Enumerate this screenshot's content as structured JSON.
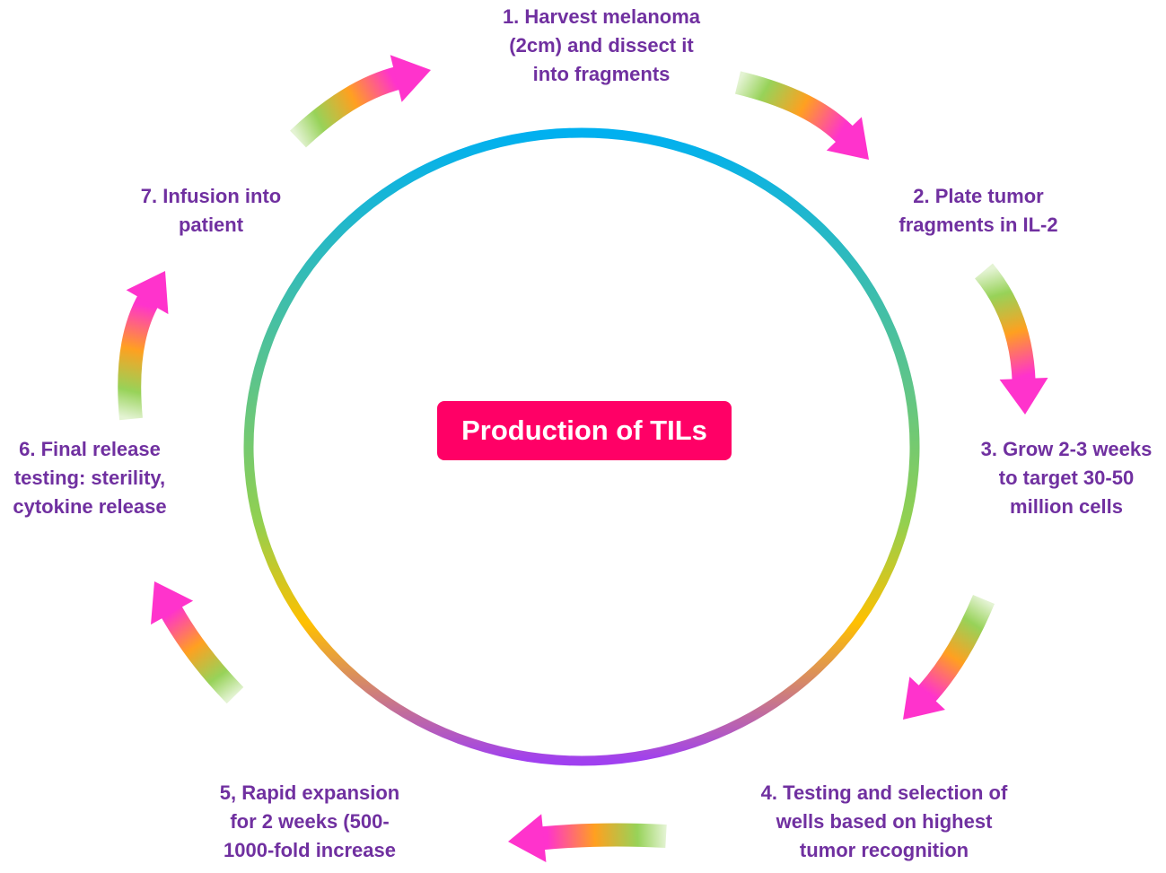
{
  "diagram": {
    "center_label": "Production of TILs",
    "steps": [
      {
        "lines": [
          "1. Harvest melanoma",
          "(2cm) and dissect it",
          "into fragments"
        ]
      },
      {
        "lines": [
          "2. Plate tumor",
          "fragments in IL-2"
        ]
      },
      {
        "lines": [
          "3. Grow 2-3 weeks",
          "to target 30-50",
          "million cells"
        ]
      },
      {
        "lines": [
          "4. Testing and selection of",
          "wells based on highest",
          "tumor recognition"
        ]
      },
      {
        "lines": [
          "5, Rapid expansion",
          "for 2 weeks (500-",
          "1000-fold increase"
        ]
      },
      {
        "lines": [
          "6. Final release",
          "testing: sterility,",
          "cytokine release"
        ]
      },
      {
        "lines": [
          "7. Infusion into",
          "patient"
        ]
      }
    ]
  },
  "colors": {
    "label_text": "#7030a0",
    "center_box": "#ff0066",
    "ring_top": "#00b0f0",
    "ring_mid": "#92d050",
    "ring_lower": "#ffc000",
    "ring_bottom": "#a040f0",
    "arrow_tail": "#92d050",
    "arrow_mid": "#ffa020",
    "arrow_head": "#ff33cc"
  }
}
